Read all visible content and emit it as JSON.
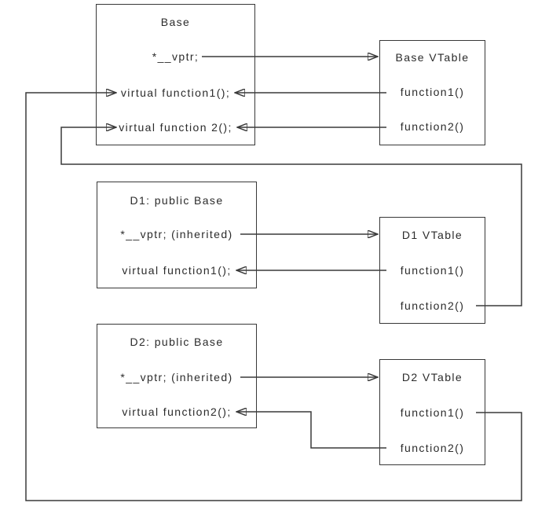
{
  "diagram": {
    "background_color": "#ffffff",
    "line_color": "#3a3a3a",
    "text_color": "#2b2b2b",
    "boxes": {
      "base": {
        "title": "Base",
        "rows": [
          "*__vptr;",
          "virtual function1();",
          "virtual function 2();"
        ]
      },
      "base_vtable": {
        "title": "Base VTable",
        "rows": [
          "function1()",
          "function2()"
        ]
      },
      "d1": {
        "title": "D1: public Base",
        "rows": [
          "*__vptr; (inherited)",
          "virtual function1();"
        ]
      },
      "d1_vtable": {
        "title": "D1 VTable",
        "rows": [
          "function1()",
          "function2()"
        ]
      },
      "d2": {
        "title": "D2: public Base",
        "rows": [
          "*__vptr; (inherited)",
          "virtual function2();"
        ]
      },
      "d2_vtable": {
        "title": "D2 VTable",
        "rows": [
          "function1()",
          "function2()"
        ]
      }
    },
    "connections": [
      {
        "from": "Base *__vptr;",
        "to": "Base VTable"
      },
      {
        "from": "Base VTable function1()",
        "to": "Base virtual function1();"
      },
      {
        "from": "Base VTable function2()",
        "to": "Base virtual function 2();"
      },
      {
        "from": "D1 *__vptr; (inherited)",
        "to": "D1 VTable"
      },
      {
        "from": "D1 VTable function1()",
        "to": "D1 virtual function1();"
      },
      {
        "from": "D1 VTable function2()",
        "to": "Base virtual function 2();"
      },
      {
        "from": "D2 *__vptr; (inherited)",
        "to": "D2 VTable"
      },
      {
        "from": "D2 VTable function1()",
        "to": "Base virtual function1();"
      },
      {
        "from": "D2 VTable function2()",
        "to": "D2 virtual function2();"
      }
    ]
  }
}
